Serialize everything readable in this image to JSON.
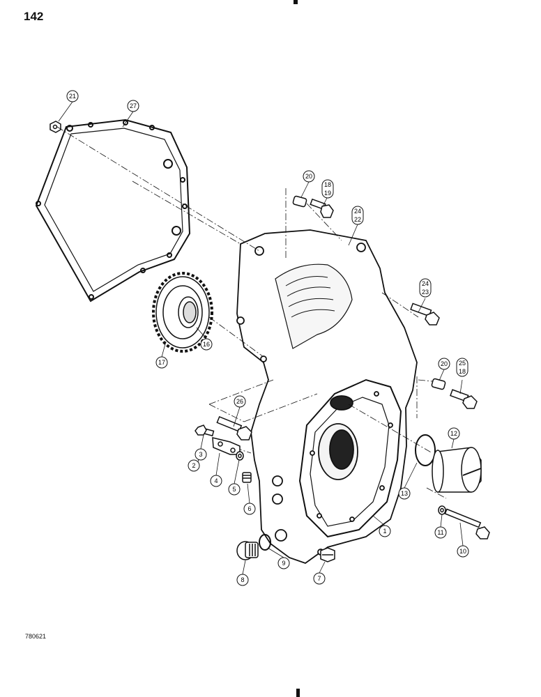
{
  "page": {
    "number": "142",
    "figure_code": "780621"
  },
  "callouts": {
    "c1": "1",
    "c2": "2",
    "c3": "3",
    "c4": "4",
    "c5": "5",
    "c6": "6",
    "c7": "7",
    "c8": "8",
    "c9": "9",
    "c10": "10",
    "c11": "11",
    "c12": "12",
    "c13": "13",
    "c16": "16",
    "c17": "17",
    "c20a": "20",
    "c20b": "20",
    "c21": "21",
    "c22": "22",
    "c24": "24",
    "c25": "25",
    "c26": "26",
    "c27": "27"
  },
  "stacked_labels": {
    "s18_19": [
      "18",
      "19"
    ],
    "s22_24": [
      "24",
      "22"
    ],
    "s23_24": [
      "24",
      "23"
    ],
    "s18_25": [
      "25",
      "18"
    ]
  }
}
